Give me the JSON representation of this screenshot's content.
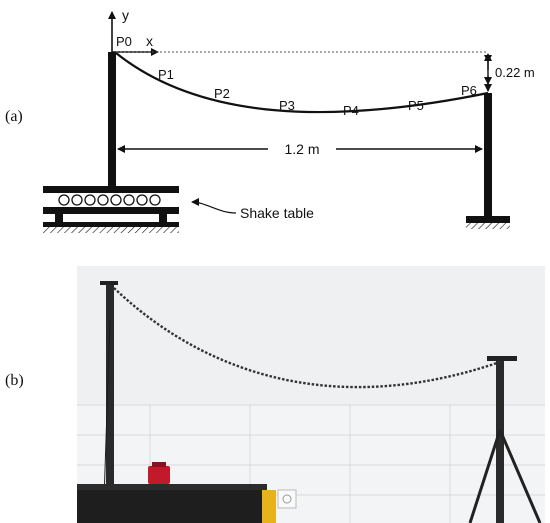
{
  "panels": {
    "a_label": "(a)",
    "b_label": "(b)"
  },
  "diagram": {
    "axis_y_label": "y",
    "axis_x_label": "x",
    "origin_label": "P0",
    "points": [
      "P1",
      "P2",
      "P3",
      "P4",
      "P5",
      "P6"
    ],
    "sag_dimension": "0.22 m",
    "span_dimension": "1.2 m",
    "shake_table_label": "Shake table"
  },
  "colors": {
    "ink": "#111111",
    "wall": "#eef0f2",
    "tile": "#f4f5f6",
    "floor_table": "#1e1e1e",
    "red_object": "#c21a2a",
    "yellow_part": "#e8b21a"
  }
}
